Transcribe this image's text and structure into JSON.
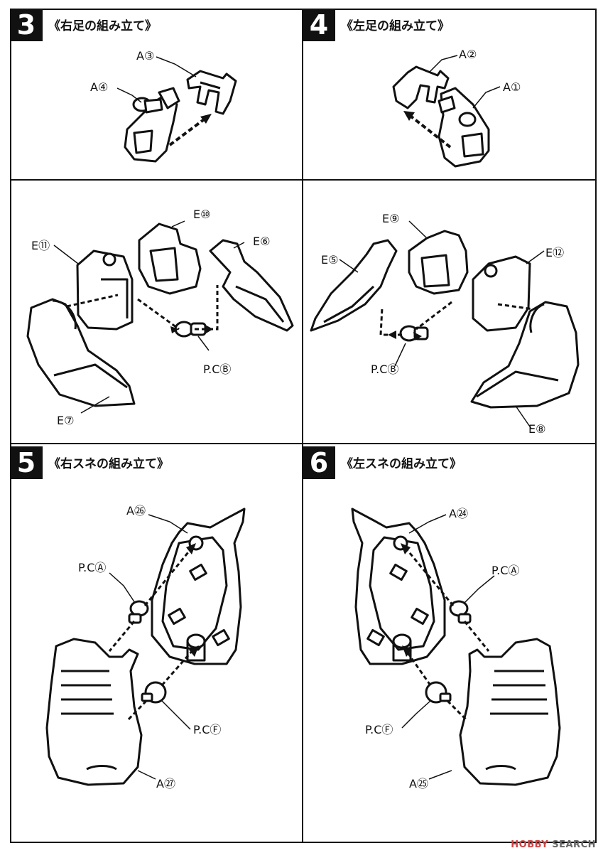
{
  "steps": [
    {
      "number": "3",
      "title": "《右足の組み立て》"
    },
    {
      "number": "4",
      "title": "《左足の組み立て》"
    },
    {
      "number": "5",
      "title": "《右スネの組み立て》"
    },
    {
      "number": "6",
      "title": "《左スネの組み立て》"
    }
  ],
  "labels": {
    "s3": {
      "a3": "A③",
      "a4": "A④"
    },
    "s4": {
      "a2": "A②",
      "a1": "A①"
    },
    "mid_left": {
      "e10": "E⑩",
      "e11": "E⑪",
      "e6": "E⑥",
      "pcb": "P.CⒷ",
      "e7": "E⑦"
    },
    "mid_right": {
      "e9": "E⑨",
      "e5": "E⑤",
      "e12": "E⑫",
      "pcb": "P.CⒷ",
      "e8": "E⑧"
    },
    "s5": {
      "a26": "A㉖",
      "pca": "P.CⒶ",
      "pcf": "P.CⒻ",
      "a27": "A㉗"
    },
    "s6": {
      "a24": "A㉔",
      "pca": "P.CⒶ",
      "pcf": "P.CⒻ",
      "a25": "A㉕"
    }
  },
  "watermark": {
    "brand": "HOBBY",
    "suffix": "SEARCH"
  }
}
